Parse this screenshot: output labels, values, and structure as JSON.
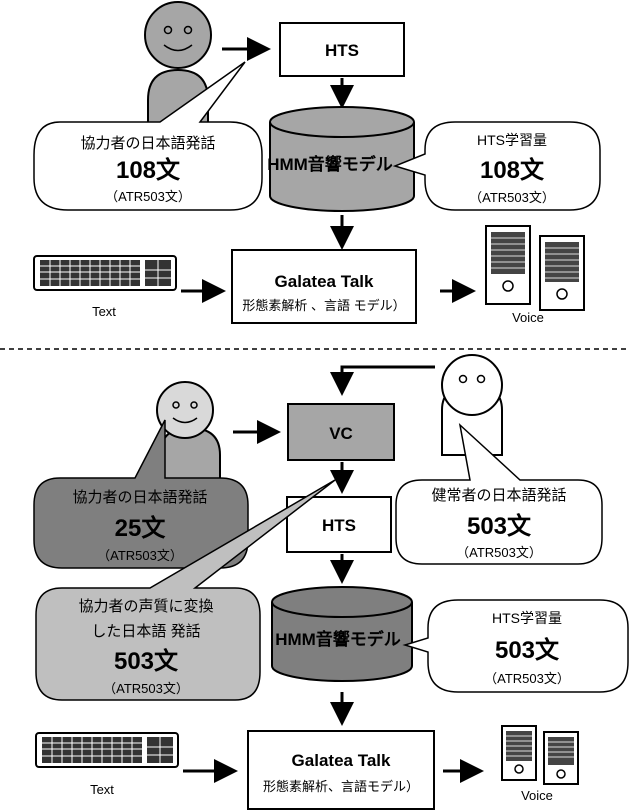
{
  "top": {
    "hts_label": "HTS",
    "hmm_label": "HMM音響モデル",
    "galatea_title": "Galatea Talk",
    "galatea_sub": "形態素解析 、言語 モデル）",
    "text_label": "Text",
    "voice_label": "Voice",
    "bubble_left": {
      "line1": "協力者の日本語発話",
      "number": "108",
      "unit": "文",
      "line3": "（ATR503文）"
    },
    "bubble_right": {
      "line1": "HTS学習量",
      "number": "108",
      "unit": "文",
      "line3": "（ATR503文）"
    }
  },
  "bottom": {
    "vc_label": "VC",
    "hts_label": "HTS",
    "hmm_label": "HMM音響モデル",
    "galatea_title": "Galatea Talk",
    "galatea_sub": "形態素解析、言語モデル）",
    "text_label": "Text",
    "voice_label": "Voice",
    "bubble_coop": {
      "line1": "協力者の日本語発話",
      "number": "25",
      "unit": "文",
      "line3": "（ATR503文）"
    },
    "bubble_healthy": {
      "line1": "健常者の日本語発話",
      "number": "503",
      "unit": "文",
      "line3": "（ATR503文）"
    },
    "bubble_converted": {
      "line1": "協力者の声質に変換",
      "line2": "した日本語 発話",
      "number": "503",
      "unit": "文",
      "line4": "（ATR503文）"
    },
    "bubble_right": {
      "line1": "HTS学習量",
      "number": "503",
      "unit": "文",
      "line3": "（ATR503文）"
    }
  },
  "colors": {
    "dark_gray": "#7f7f7f",
    "mid_gray": "#a6a6a6",
    "light_gray": "#bfbfbf",
    "light_face": "#d9d9d9"
  }
}
